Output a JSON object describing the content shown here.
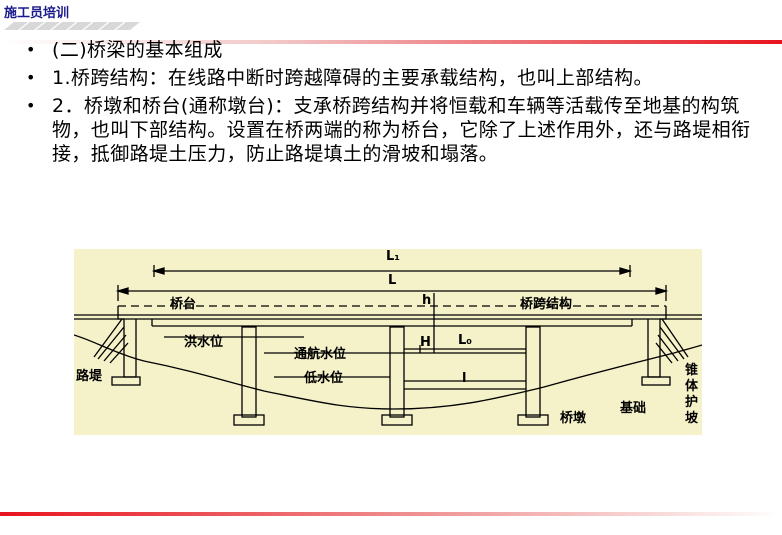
{
  "header": {
    "title": "施工员培训"
  },
  "bullets": [
    {
      "text": "(二)桥梁的基本组成"
    },
    {
      "text": "1.桥跨结构：在线路中断时跨越障碍的主要承载结构，也叫上部结构。"
    },
    {
      "text": "2．桥墩和桥台(通称墩台)：支承桥跨结构并将恒载和车辆等活载传至地基的构筑物，也叫下部结构。设置在桥两端的称为桥台，它除了上述作用外，还与路堤相衔接，抵御路堤土压力，防止路堤填土的滑坡和塌落。"
    }
  ],
  "diagram": {
    "labels": {
      "L1": "L₁",
      "L": "L",
      "qiaotai": "桥台",
      "qiaokuajiegou": "桥跨结构",
      "hongshuiwei": "洪水位",
      "tonghangshuiwei": "通航水位",
      "dishuiwei": "低水位",
      "ludi": "路堤",
      "L0": "L₀",
      "l": "l",
      "qiaodun": "桥墩",
      "jichu": "基础",
      "zhuitihupo": "锥体护坡",
      "h": "h",
      "H": "H"
    }
  },
  "colors": {
    "accent_red": "#e8141e",
    "header_text": "#1a1a8c",
    "diagram_bg": "#f5f1c8"
  }
}
